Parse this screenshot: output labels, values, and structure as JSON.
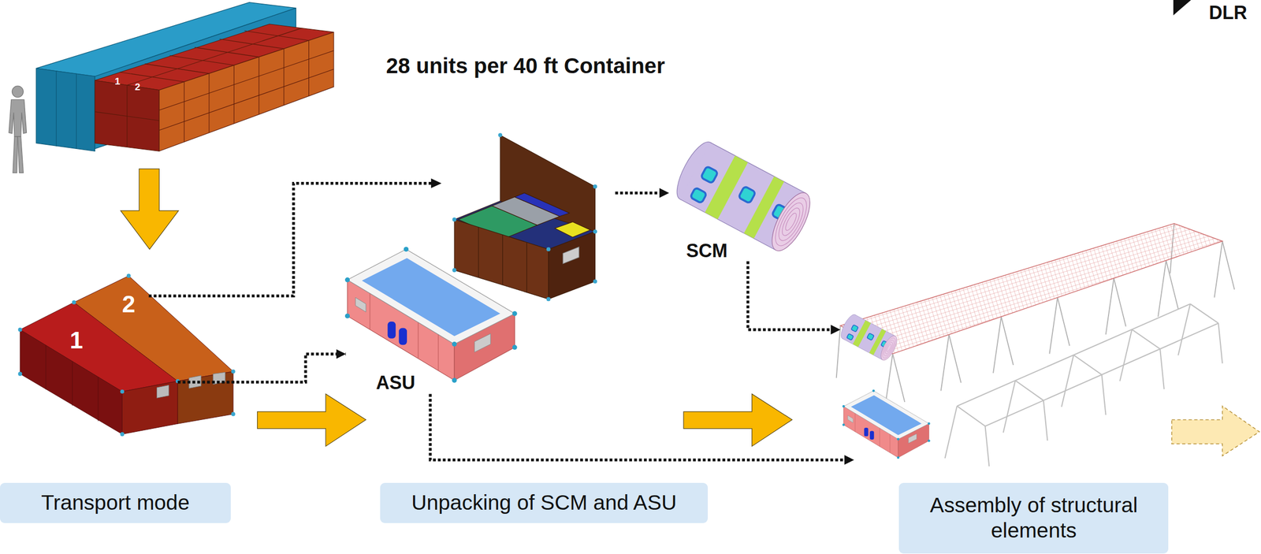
{
  "diagram": {
    "nodes": [
      {
        "text": [
          "1"
        ]
      },
      {
        "text": [
          "2"
        ]
      },
      {
        "text": [
          "SCM"
        ]
      },
      {
        "text": [
          "ASU"
        ]
      },
      {
        "text": [
          "Transport mode"
        ]
      },
      {
        "text": [
          "Unpacking of SCM and ASU"
        ]
      },
      {
        "text": [
          "Assembly of structural elements"
        ]
      }
    ],
    "edges": [
      {
        "from": 0,
        "to": 3,
        "arrow": "to"
      }
    ],
    "labels": [
      "1",
      "2",
      "28 units per 40 ft Container",
      "DLR"
    ]
  }
}
